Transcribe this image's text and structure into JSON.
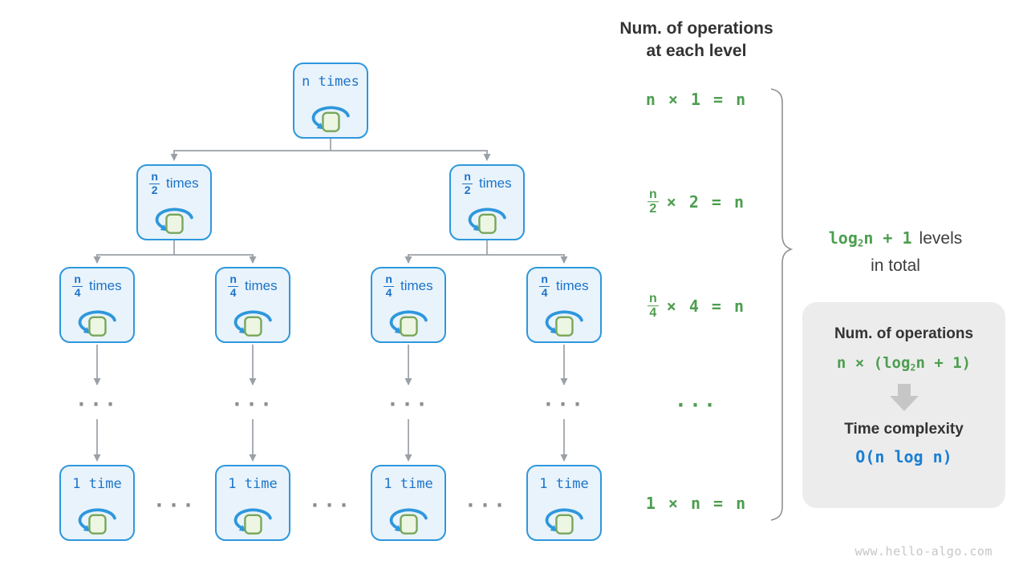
{
  "header": {
    "line1": "Num. of operations",
    "line2": "at each level"
  },
  "tree": {
    "root": {
      "label": "n times"
    },
    "l2a": {
      "num": "n",
      "den": "2",
      "word": "times"
    },
    "l2b": {
      "num": "n",
      "den": "2",
      "word": "times"
    },
    "l3a": {
      "num": "n",
      "den": "4",
      "word": "times"
    },
    "l3b": {
      "num": "n",
      "den": "4",
      "word": "times"
    },
    "l3c": {
      "num": "n",
      "den": "4",
      "word": "times"
    },
    "l3d": {
      "num": "n",
      "den": "4",
      "word": "times"
    },
    "b1": {
      "label": "1 time"
    },
    "b2": {
      "label": "1 time"
    },
    "b3": {
      "label": "1 time"
    },
    "b4": {
      "label": "1 time"
    },
    "ellipsis": "..."
  },
  "equations": {
    "e1": "n × 1 = n",
    "e2": {
      "num": "n",
      "den": "2",
      "rest": "× 2 = n"
    },
    "e3": {
      "num": "n",
      "den": "4",
      "rest": "× 4 = n"
    },
    "dots": "...",
    "e4": "1 × n = n"
  },
  "brace_label": {
    "log": "log",
    "sub": "2",
    "post": "n + 1",
    "rest": "levels",
    "line2": "in total"
  },
  "summary": {
    "title1": "Num. of operations",
    "formula1_pre": "n × (log",
    "formula1_sub": "2",
    "formula1_post": "n + 1)",
    "title2": "Time complexity",
    "formula2": "O(n log n)"
  },
  "watermark": "www.hello-algo.com",
  "colors": {
    "node_border": "#2e97dc",
    "node_fill": "#e9f3fb",
    "node_text": "#1b74c9",
    "square_fill": "#edf5e3",
    "square_border": "#77a65a",
    "connector_gray": "#9aa0a6",
    "equation_green": "#4d9e50",
    "dark_text": "#333333",
    "complexity_blue": "#1a7fd4",
    "summary_box_bg": "#ececec",
    "watermark_gray": "#c6c6c6"
  }
}
